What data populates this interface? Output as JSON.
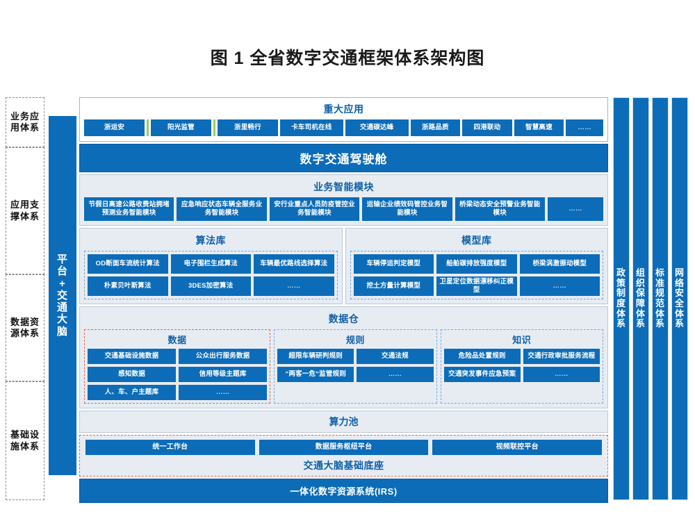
{
  "title": "图 1  全省数字交通框架体系架构图",
  "tiers": [
    {
      "name": "业务应用体系"
    },
    {
      "name": "应用支撑体系"
    },
    {
      "name": "数据资源体系"
    },
    {
      "name": "基础设施体系"
    }
  ],
  "platform_bar": {
    "label": "平台 + 交通大脑"
  },
  "major_apps": {
    "title": "重大应用",
    "items": [
      "浙运安",
      "阳光监管",
      "浙里畅行",
      "卡车司机在线",
      "交通碳达峰",
      "浙路品质",
      "四港联动",
      "智慧高速",
      "……"
    ]
  },
  "cockpit": {
    "title": "数字交通驾驶舱"
  },
  "business_modules": {
    "title": "业务智能模块",
    "items": [
      "节假日高速公路收费站拥堵预测业务智能模块",
      "应急响应状态车辆全服务业务智能模块",
      "安行业重点人员防疫管控业务智能模块",
      "运输企业绩效码管控业务智能模块",
      "桥梁动态安全预警业务智能模块",
      "……"
    ]
  },
  "algorithm_library": {
    "title": "算法库",
    "items": [
      "OD断面车流统计算法",
      "电子围栏生成算法",
      "车辆最优路线选择算法",
      "朴素贝叶斯算法",
      "3DES加密算法",
      "……"
    ]
  },
  "model_library": {
    "title": "模型库",
    "items": [
      "车辆停运判定模型",
      "船舶碳排放强度模型",
      "桥梁涡激振动模型",
      "挖土方量计算模型",
      "卫星定位数据漂移纠正模型",
      "……"
    ]
  },
  "data_warehouse": {
    "title": "数据仓",
    "groups": [
      {
        "title": "数据",
        "items": [
          "交通基础设施数据",
          "公众出行服务数据",
          "感知数据",
          "信用等级主题库",
          "人、车、户主题库",
          "……"
        ]
      },
      {
        "title": "规则",
        "items": [
          "超限车辆研判规则",
          "交通法规",
          "“两客一危“监管规则",
          "……"
        ]
      },
      {
        "title": "知识",
        "items": [
          "危险品处置规则",
          "交通行政审批服务流程",
          "交通突发事件应急预案",
          "……"
        ]
      }
    ]
  },
  "compute_pool": {
    "title": "算力池"
  },
  "brain_base": {
    "title": "交通大脑基础底座",
    "items": [
      "统一工作台",
      "数据服务枢纽平台",
      "视频联控平台"
    ]
  },
  "irs": {
    "title": "一体化数字资源系统(IRS)"
  },
  "pillars": [
    {
      "name": "政策制度体系"
    },
    {
      "name": "组织保障体系"
    },
    {
      "name": "标准规范体系"
    },
    {
      "name": "网络安全体系"
    }
  ],
  "colors": {
    "primary_blue": "#0c6cb8",
    "panel_bg": "#e7ecf3",
    "title_blue": "#0f5fa8",
    "accent_green": "#9ccb5a",
    "dashed_red": "#e4654a"
  }
}
